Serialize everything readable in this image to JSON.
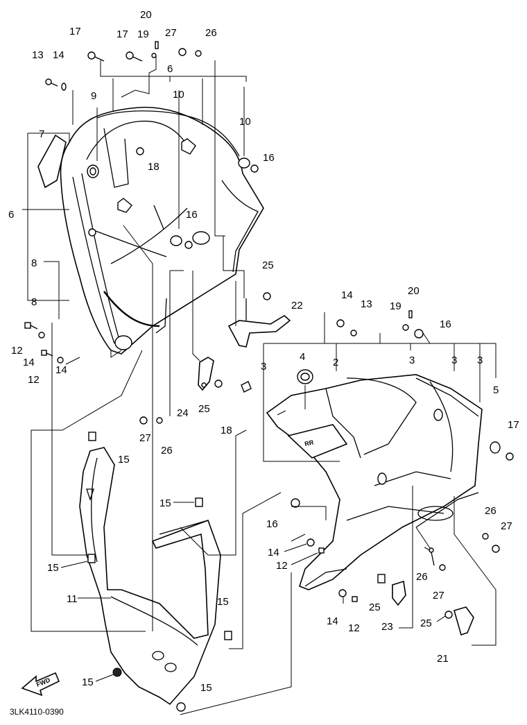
{
  "diagram_code": "3LK4110-0390",
  "fwd_label": "FWD",
  "decal_text": "RR",
  "callouts": {
    "c20a": "20",
    "c17a": "17",
    "c17b": "17",
    "c19a": "19",
    "c27a": "27",
    "c26a": "26",
    "c13a": "13",
    "c14a": "14",
    "c6a": "6",
    "c9": "9",
    "c10a": "10",
    "c10b": "10",
    "c7": "7",
    "c18a": "18",
    "c16a": "16",
    "c6b": "6",
    "c16b": "16",
    "c8a": "8",
    "c8b": "8",
    "c25a": "25",
    "c22": "22",
    "c12a": "12",
    "c14b": "14",
    "c12b": "12",
    "c14c": "14",
    "c14d": "14",
    "c13b": "13",
    "c20b": "20",
    "c19b": "19",
    "c16c": "16",
    "c4": "4",
    "c2": "2",
    "c3a": "3",
    "c3b": "3",
    "c3c": "3",
    "c3d": "3",
    "c5": "5",
    "c17c": "17",
    "c24": "24",
    "c25b": "25",
    "c18b": "18",
    "c27b": "27",
    "c26b": "26",
    "c15a": "15",
    "c15b": "15",
    "c16d": "16",
    "c26c": "26",
    "c27c": "27",
    "c15c": "15",
    "c14e": "14",
    "c12c": "12",
    "c11": "11",
    "c26d": "26",
    "c27d": "27",
    "c15d": "15",
    "c14f": "14",
    "c12d": "12",
    "c25c": "25",
    "c23": "23",
    "c25d": "25",
    "c15e": "15",
    "c21": "21",
    "c15f": "15"
  }
}
